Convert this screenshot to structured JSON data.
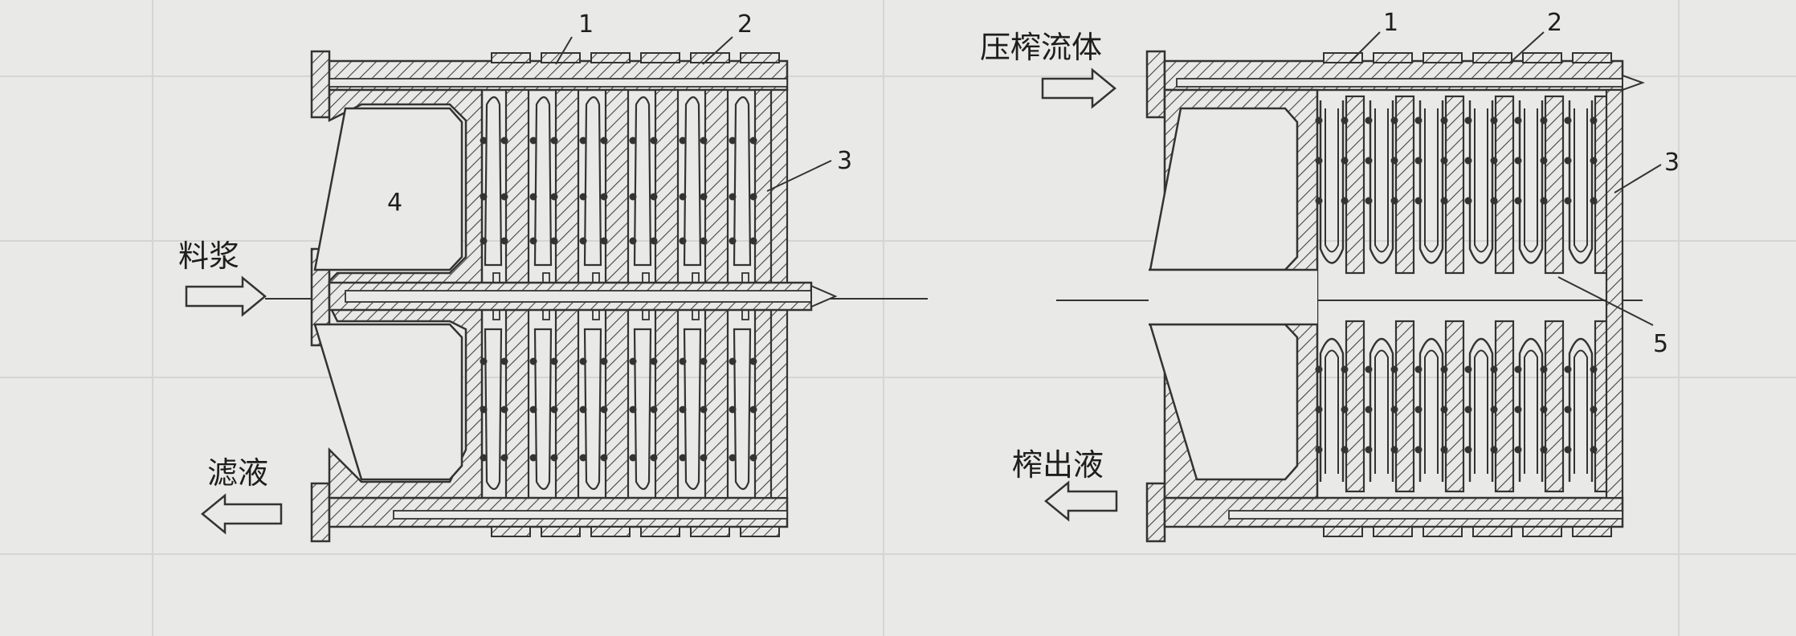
{
  "figure_a": {
    "callouts": [
      "1",
      "2",
      "3",
      "4"
    ],
    "inlet_label": "料浆",
    "outlet_label": "滤液"
  },
  "figure_b": {
    "callouts": [
      "1",
      "2",
      "3",
      "5"
    ],
    "inlet_label": "压榨流体",
    "outlet_label": "榨出液"
  },
  "colors": {
    "ink": "#333333",
    "paper": "#e9e9e7",
    "hatch": "#444444"
  }
}
